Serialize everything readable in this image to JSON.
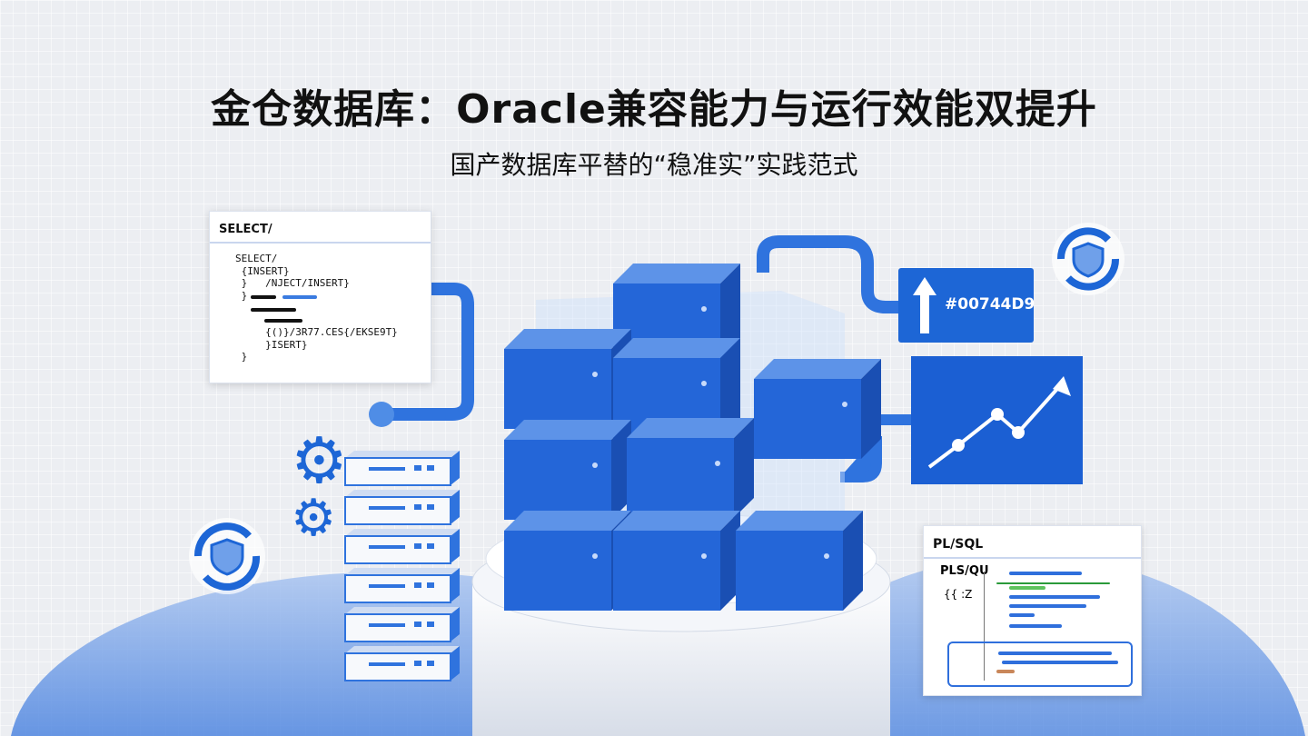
{
  "title": "金仓数据库：Oracle兼容能力与运行效能双提升",
  "subtitle": "国产数据库平替的“稳准实”实践范式",
  "sql_panel": {
    "header": "SELECT/",
    "lines": [
      "SELECT/",
      " {INSERT}",
      " }   /NJECT/INSERT}",
      " }",
      "",
      "",
      "     {()}/3R77.CES{/EKSE9T}",
      "     }ISERT}",
      " }"
    ]
  },
  "plsql_panel": {
    "header": "PL/SQL",
    "label1": "PLS/QU",
    "label2": "{{ :Z"
  },
  "hex_box": {
    "label": "#00744D9",
    "icon": "arrow-up-icon"
  },
  "trend_box": {
    "icon": "trend-up-chart-icon"
  },
  "colors": {
    "accent": "#1d66d6",
    "dark_blue": "#1b5fd3",
    "light_blue": "#6f9fe6",
    "background": "#eceef2"
  },
  "icons": [
    "shield-refresh-icon",
    "gear-icon",
    "server-stack-icon",
    "database-cube-icon"
  ]
}
